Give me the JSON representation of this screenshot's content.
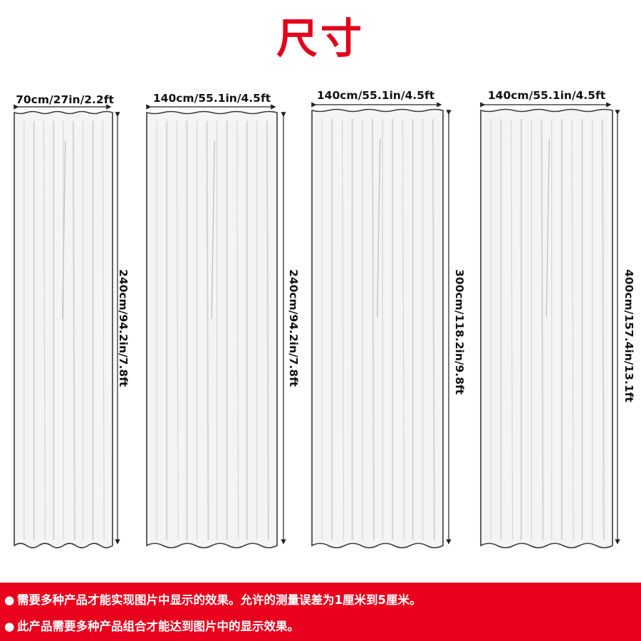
{
  "title": "尺寸",
  "panels": [
    {
      "width_label": "70cm/27in/2.2ft",
      "height_label": "240cm/94.2in/7.8ft"
    },
    {
      "width_label": "140cm/55.1in/4.5ft",
      "height_label": "240cm/94.2in/7.8ft"
    },
    {
      "width_label": "140cm/55.1in/4.5ft",
      "height_label": "300cm/118.2in/9.8ft"
    },
    {
      "width_label": "140cm/55.1in/4.5ft",
      "height_label": "400cm/157.4in/13.1ft"
    }
  ],
  "notes": [
    "需要多种产品才能实现图片中显示的效果。允许的测量误差为1厘米到5厘米。",
    "此产品需要多种产品组合才能达到图片中的显示效果。"
  ],
  "bullet": "●",
  "colors": {
    "accent": "#e3001b",
    "banner": "#e8001c",
    "curtain": "#f4f4f4",
    "fold": "#d6d6d6"
  }
}
